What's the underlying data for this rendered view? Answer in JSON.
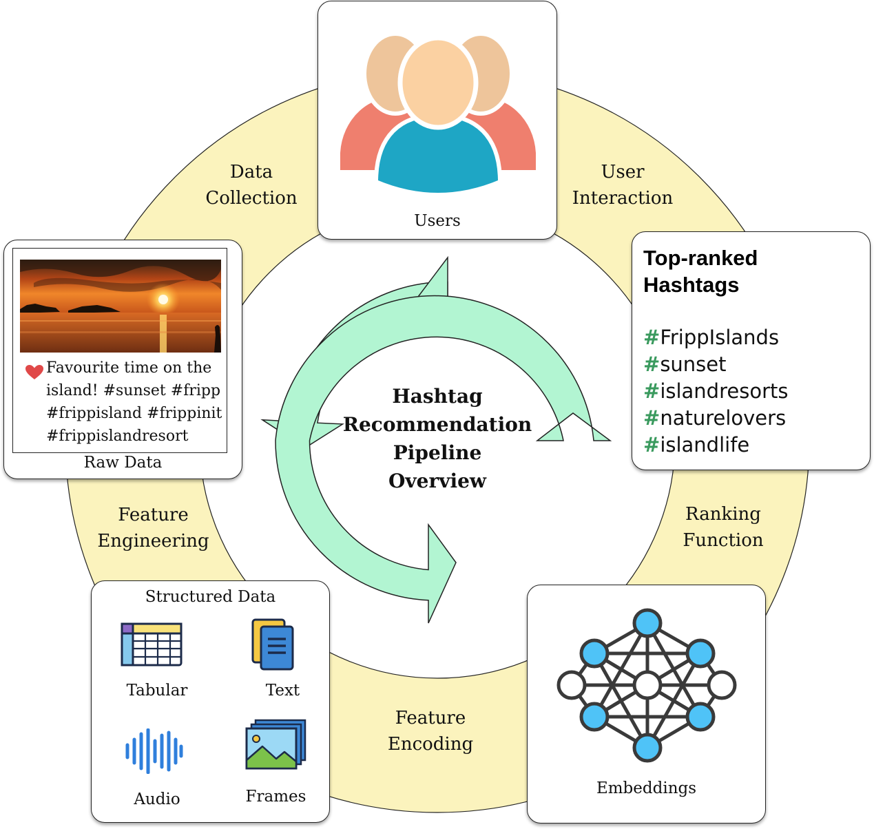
{
  "title": [
    "Hashtag",
    "Recommendation",
    "Pipeline",
    "Overview"
  ],
  "stages": {
    "data_collection": [
      "Data",
      "Collection"
    ],
    "user_interaction": [
      "User",
      "Interaction"
    ],
    "ranking_function": [
      "Ranking",
      "Function"
    ],
    "feature_encoding": [
      "Feature",
      "Encoding"
    ],
    "feature_engineering": [
      "Feature",
      "Engineering"
    ]
  },
  "users": {
    "label": "Users",
    "icon": "users-group-icon"
  },
  "raw_data": {
    "label": "Raw Data",
    "caption": "Favourite time on the\nisland! #sunset #fripp\n#frippisland #frippinit\n#frippislandresort",
    "icons": [
      "sunset-photo",
      "heart-icon"
    ]
  },
  "top_hashtags": {
    "title": [
      "Top-ranked",
      "Hashtags"
    ],
    "hash_symbol": "#",
    "tags": [
      "FrippIslands",
      "sunset",
      "islandresorts",
      "naturelovers",
      "islandlife"
    ]
  },
  "structured_data": {
    "title": "Structured Data",
    "items": [
      {
        "label": "Tabular",
        "icon": "table-icon"
      },
      {
        "label": "Text",
        "icon": "document-icon"
      },
      {
        "label": "Audio",
        "icon": "audio-wave-icon"
      },
      {
        "label": "Frames",
        "icon": "image-frames-icon"
      }
    ]
  },
  "embeddings": {
    "label": "Embeddings",
    "icon": "neural-network-icon"
  },
  "colors": {
    "ring": "#fbf3bd",
    "cycle_arrow": "#b2f5d2",
    "hashtag_symbol": "#3a9a5e",
    "users_back": "#eea882",
    "users_front_head": "#fbd1a2",
    "users_front_body": "#1ea6c5",
    "users_back_body": "#ef7f6e",
    "node_fill": "#4fc3f7"
  }
}
